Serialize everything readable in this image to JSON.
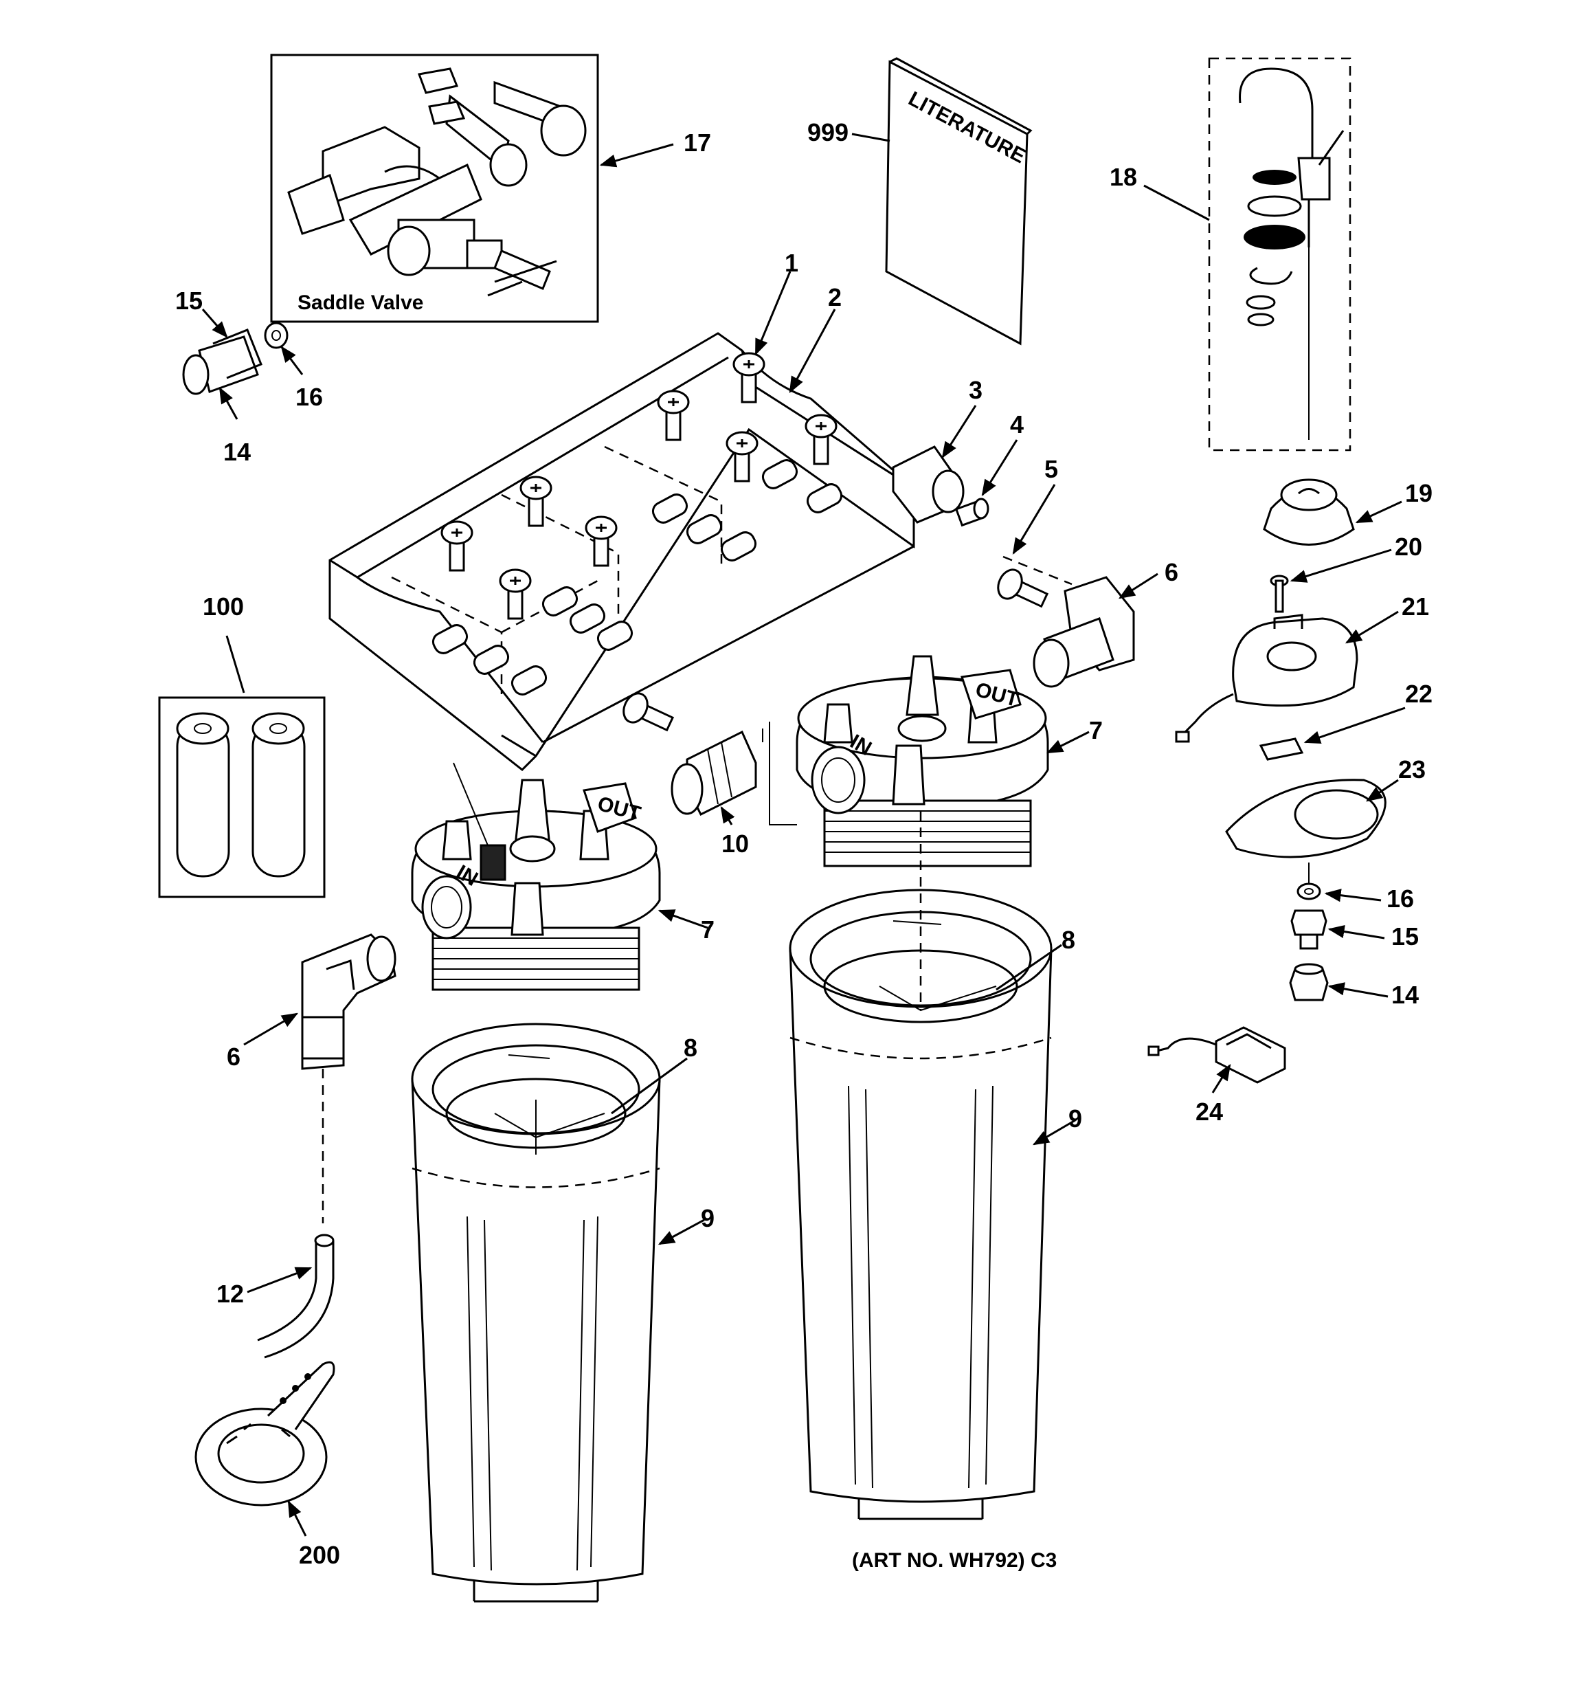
{
  "diagram": {
    "saddle_valve_label": "Saddle Valve",
    "literature_label": "LITERATURE",
    "art_number": "(ART NO. WH792) C3",
    "inlet_mark": "IN",
    "outlet_mark": "OUT",
    "callouts": {
      "c1": "1",
      "c2": "2",
      "c3": "3",
      "c4": "4",
      "c5": "5",
      "c6a": "6",
      "c6b": "6",
      "c7a": "7",
      "c7b": "7",
      "c8a": "8",
      "c8b": "8",
      "c9a": "9",
      "c9b": "9",
      "c10": "10",
      "c12": "12",
      "c14a": "14",
      "c14b": "14",
      "c15a": "15",
      "c15b": "15",
      "c16a": "16",
      "c16b": "16",
      "c17": "17",
      "c18": "18",
      "c19": "19",
      "c20": "20",
      "c21": "21",
      "c22": "22",
      "c23": "23",
      "c24": "24",
      "c100": "100",
      "c200": "200",
      "c999": "999"
    }
  }
}
